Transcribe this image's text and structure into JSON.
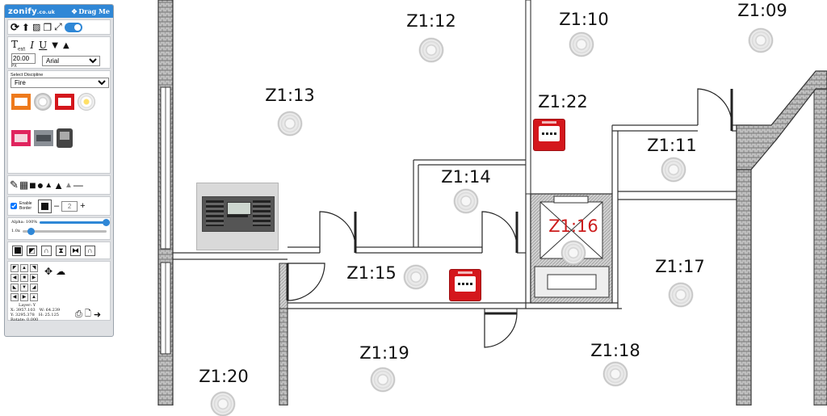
{
  "toolbox": {
    "brand": "zonify",
    "brand_domain": ".co.uk",
    "drag_label": "Drag Me",
    "font_size_value": "20.00",
    "font_size_unit": "PX",
    "font_family": "Arial",
    "discipline_label": "Select Discipline",
    "discipline_value": "Fire",
    "enable_border_label": "Enable Border",
    "border_width_value": "2",
    "alpha_label": "Alpha: 100%",
    "scale_label": "1.0x",
    "alpha_fraction": 1.0,
    "scale_fraction": 0.08,
    "layer_label": "Layer: Y",
    "x_readout": "X: 3957.103",
    "y_readout": "Y: 3295.378",
    "w_readout": "W: 64.239",
    "h_readout": "H: 25.125",
    "rotate_readout": "Rotate: 0.000",
    "accent": "#2f87d6"
  },
  "zones": [
    {
      "label": "Z1:12",
      "device": "smoke-detector"
    },
    {
      "label": "Z1:10",
      "device": "smoke-detector"
    },
    {
      "label": "Z1:09",
      "device": "smoke-detector"
    },
    {
      "label": "Z1:13",
      "device": "smoke-detector"
    },
    {
      "label": "Z1:22",
      "device": "manual-call-point"
    },
    {
      "label": "Z1:11",
      "device": "smoke-detector"
    },
    {
      "label": "Z1:14",
      "device": "smoke-detector"
    },
    {
      "label": "Z1:16",
      "device": "smoke-detector",
      "highlight": "#cc1c1c"
    },
    {
      "label": "Z1:15",
      "device": "smoke-detector"
    },
    {
      "label": "Z1:17",
      "device": "smoke-detector"
    },
    {
      "label": "Z1:19",
      "device": "smoke-detector"
    },
    {
      "label": "Z1:18",
      "device": "smoke-detector"
    },
    {
      "label": "Z1:20",
      "device": "smoke-detector"
    }
  ],
  "colors": {
    "wall": "#3a3a3a",
    "wall_hatch": "#8a8a8a",
    "call_point": "#d4171c",
    "label_highlight": "#cc1c1c"
  }
}
